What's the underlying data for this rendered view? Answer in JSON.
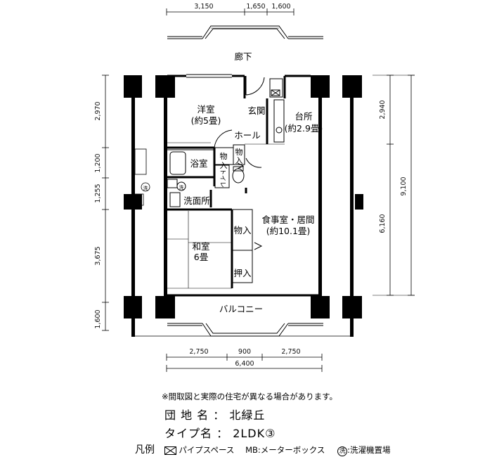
{
  "dims_top": {
    "d1": "3,150",
    "d2": "1,650",
    "d3": "1,600"
  },
  "dims_left": {
    "d1": "2,970",
    "d2": "1,200",
    "d3": "1,255",
    "d4": "3,675",
    "d5": "1,600"
  },
  "dims_right": {
    "d1": "2,940",
    "d2": "6,160",
    "total": "9,100"
  },
  "dims_bottom": {
    "d1": "2,750",
    "d2": "900",
    "d3": "2,750",
    "total": "6,400"
  },
  "rooms": {
    "corridor": "廊下",
    "western": "洋室",
    "western_size": "(約5畳)",
    "entrance": "玄関",
    "hall": "ホール",
    "kitchen": "台所",
    "kitchen_size": "(約2.9畳)",
    "storage1": "物",
    "storage1b": "入",
    "storage2": "物",
    "storage2b": "入",
    "bath": "浴室",
    "toilet": "トイレ",
    "washroom": "洗面所",
    "washer_mark": "洗",
    "washer_mark2": "洗",
    "living": "食事室・居間",
    "living_size": "(約10.1畳)",
    "storage3": "物入",
    "japanese": "和室",
    "japanese_size": "6畳",
    "closet": "押入",
    "balcony": "バルコニー"
  },
  "note": "※間取図と実際の住宅が異なる場合があります。",
  "info": {
    "complex_label": "団 地 名 ：",
    "complex_name": "北緑丘",
    "type_label": "タイプ名 ：",
    "type_name": "2LDK③"
  },
  "legend": {
    "title": "凡例",
    "pipe": "パイプスペース",
    "mb": "MB:メーターボックス",
    "washer_symbol": "洗",
    "washer": ":洗濯機置場"
  }
}
